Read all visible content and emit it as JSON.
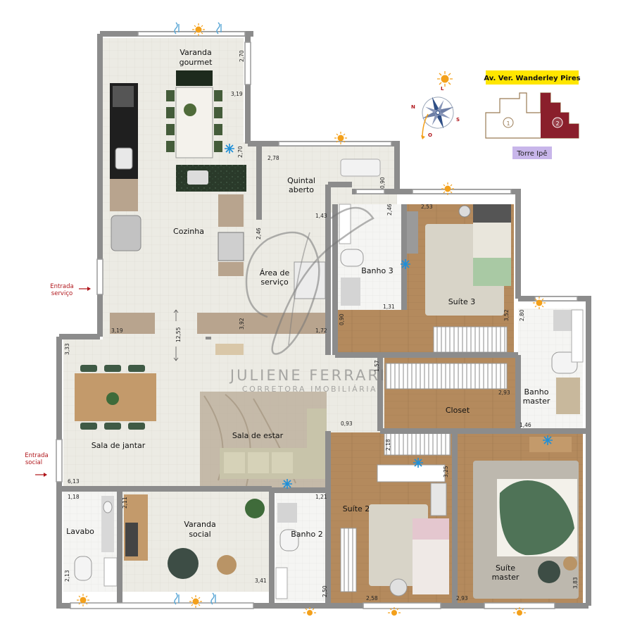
{
  "rooms": {
    "varanda_gourmet": [
      "Varanda",
      "gourmet"
    ],
    "quintal_aberto": [
      "Quintal",
      "aberto"
    ],
    "cozinha": "Cozinha",
    "area_servico": [
      "Área de",
      "serviço"
    ],
    "banho3": "Banho 3",
    "suite3": "Suíte 3",
    "banho_master": [
      "Banho",
      "master"
    ],
    "closet": "Closet",
    "sala_jantar": "Sala de jantar",
    "sala_estar": "Sala de estar",
    "suite2": "Suíte 2",
    "banho2": "Banho 2",
    "lavabo": "Lavabo",
    "varanda_social": [
      "Varanda",
      "social"
    ],
    "suite_master": [
      "Suíte",
      "master"
    ]
  },
  "dimensions": {
    "d1": "2,70",
    "d2": "3,19",
    "d3": "2,70",
    "d4": "2,78",
    "d5": "0,90",
    "d6": "1,43",
    "d7": "2,46",
    "d8": "2,46",
    "d9": "2,53",
    "d10": "1,31",
    "d11": "3,52",
    "d12": "2,80",
    "d13": "3,19",
    "d14": "12,55",
    "d15": "3,92",
    "d16": "1,72",
    "d17": "0,90",
    "d18": "3,33",
    "d19": "1,57",
    "d20": "2,93",
    "d21": "1,46",
    "d22": "0,93",
    "d23": "2,18",
    "d24": "3,25",
    "d25": "6,13",
    "d26": "1,18",
    "d27": "2,11",
    "d28": "1,21",
    "d29": "2,13",
    "d30": "3,41",
    "d31": "2,50",
    "d32": "2,58",
    "d33": "2,93",
    "d34": "3,83"
  },
  "entries": {
    "servico": [
      "Entrada",
      "serviço"
    ],
    "social": [
      "Entrada",
      "social"
    ]
  },
  "watermark": {
    "name": "JULIENE FERRARI",
    "subtitle": "CORRETORA IMOBILIÁRIA"
  },
  "key_plan": {
    "street": "Av. Ver. Wanderley Pires",
    "tower": "Torre Ipê",
    "unit_a": "1",
    "unit_b": "2"
  },
  "compass": {
    "n": "N",
    "l": "L",
    "s": "S",
    "o": "O"
  },
  "colors": {
    "wall": "#8c8c8c",
    "floor_tile": "#ecebe4",
    "wood": "#b58a5e",
    "street_bg": "#ffe600",
    "tower_bg": "#c8b6ea",
    "unit_selected": "#8a1f2b",
    "sun": "#f3a01b",
    "entry_red": "#b0161b",
    "ac_blue": "#1f8fd8"
  }
}
